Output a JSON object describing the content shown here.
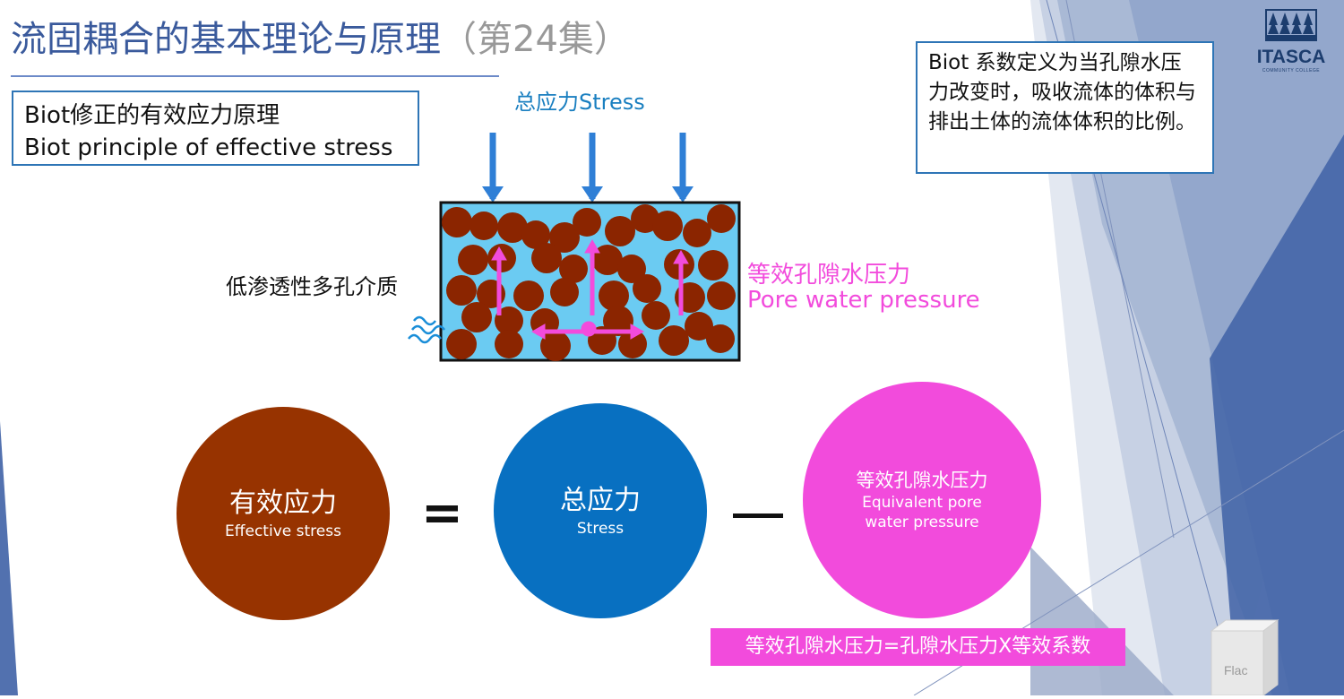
{
  "slide": {
    "title_main": "流固耦合的基本理论与原理",
    "title_episode": "（第24集）",
    "biot_principle": {
      "line_cn": "Biot修正的有效应力原理",
      "line_en": "Biot principle of effective stress"
    },
    "biot_definition": "Biot 系数定义为当孔隙水压力改变时，吸收流体的体积与排出土体的流体体积的比例。",
    "diagram": {
      "total_stress_label": "总应力Stress",
      "medium_label": "低渗透性多孔介质",
      "pore_pressure_cn": "等效孔隙水压力",
      "pore_pressure_en": "Pore water pressure"
    },
    "equation": {
      "effective": {
        "cn": "有效应力",
        "en": "Effective stress"
      },
      "equals": "=",
      "stress": {
        "cn": "总应力",
        "en": "Stress"
      },
      "pore": {
        "cn": "等效孔隙水压力",
        "en_line1": "Equivalent pore",
        "en_line2": "water pressure"
      }
    },
    "formula": "等效孔隙水压力=孔隙水压力X等效系数",
    "logo": {
      "name": "ITASCA",
      "sub": "COMMUNITY COLLEGE"
    },
    "flac_label": "Flac"
  },
  "colors": {
    "title": "#3a5a9c",
    "stress_blue": "#0870c1",
    "effective_brown": "#973300",
    "pore_pink": "#f24bdc",
    "water": "#6bcbf2",
    "grain": "#8b2500"
  },
  "icons": [
    "water-wave-icon",
    "itasca-tree-logo",
    "flac-cube-icon"
  ]
}
